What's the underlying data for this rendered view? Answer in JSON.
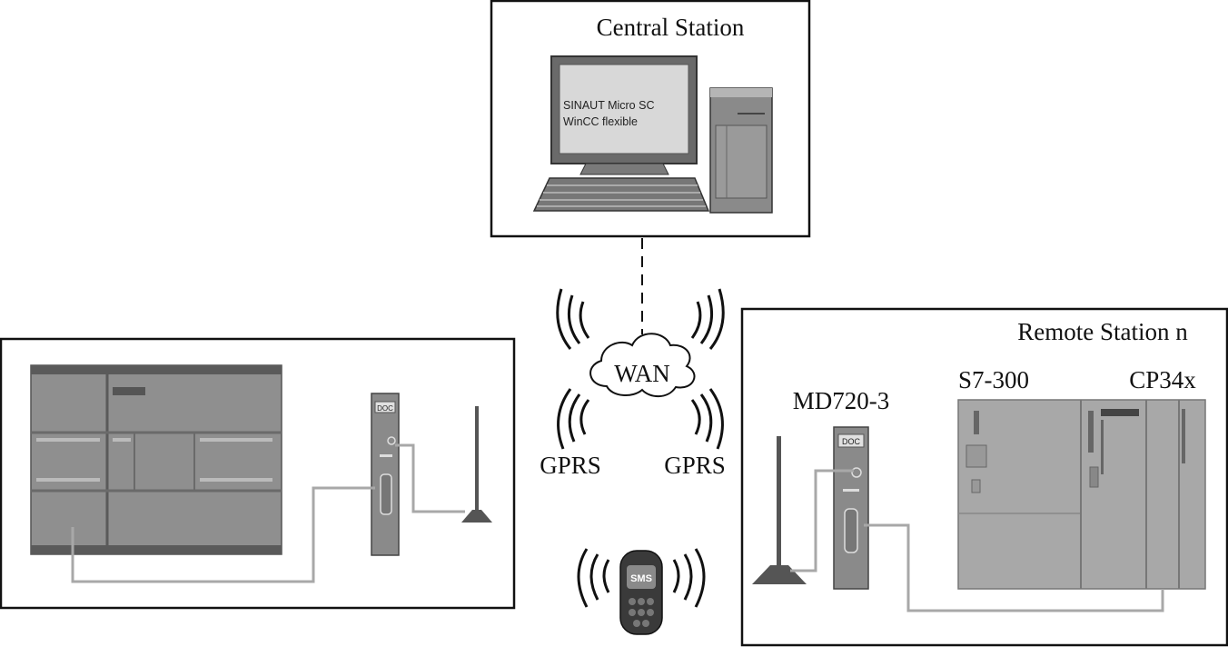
{
  "central_station": {
    "title": "Central Station",
    "screen_lines": [
      "SINAUT Micro SC",
      "WinCC flexible"
    ]
  },
  "network": {
    "wan_label": "WAN",
    "gprs_left": "GPRS",
    "gprs_right": "GPRS",
    "sms_label": "SMS"
  },
  "remote_station": {
    "title": "Remote Station n",
    "modem_label": "MD720-3",
    "plc_label": "S7-300",
    "cp_label": "CP34x",
    "modem_face_text": "DOC"
  },
  "remote_station_left": {
    "modem_face_text": "DOC"
  }
}
